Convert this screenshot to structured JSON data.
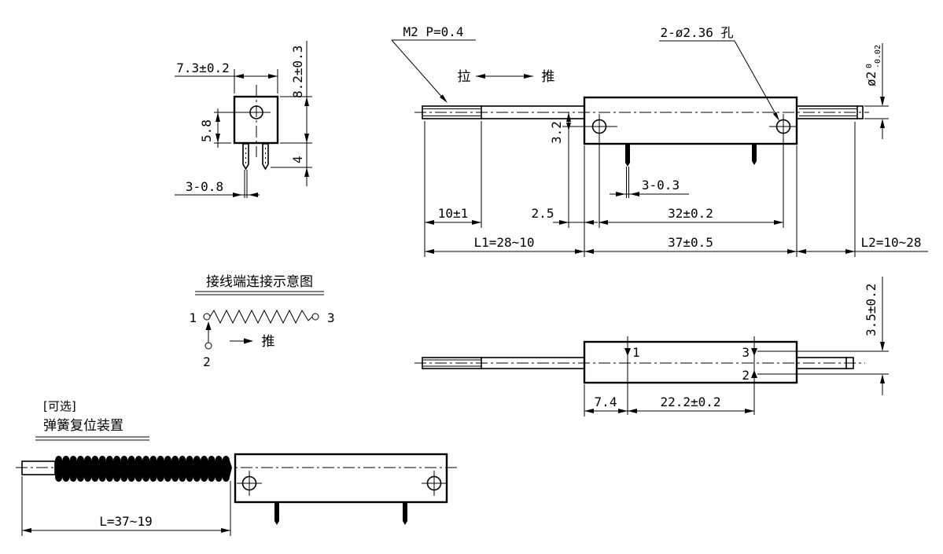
{
  "colors": {
    "background": "#ffffff",
    "line": "#000000"
  },
  "end_view": {
    "dim_width": "7.3±0.2",
    "dim_height": "8.2±0.3",
    "dim_hole_to_bottom": "5.8",
    "dim_pin_length": "4",
    "dim_pin": "3-0.8"
  },
  "main_view": {
    "thread_note": "M2 P=0.4",
    "pull": "拉",
    "push": "推",
    "holes_note": "2-ø2.36 孔",
    "shaft_dia": "ø2",
    "shaft_dia_tol_upper": "0",
    "shaft_dia_tol_lower": "-0.02",
    "dim_hole_offset": "3.2",
    "dim_pin": "3-0.3",
    "dim_thread": "10±1",
    "dim_gap": "2.5",
    "dim_hole_spacing": "32±0.2",
    "dim_l1": "L1=28~10",
    "dim_body": "37±0.5",
    "dim_l2": "L2=10~28"
  },
  "schematic": {
    "title": "接线端连接示意图",
    "terminal_1": "1",
    "terminal_2": "2",
    "terminal_3": "3",
    "push": "推"
  },
  "terminal_view": {
    "terminal_1": "1",
    "terminal_2": "2",
    "terminal_3": "3",
    "dim_t1": "7.4",
    "dim_span": "22.2±0.2",
    "dim_t32": "3.5±0.2"
  },
  "spring_view": {
    "optional_tag": "[可选]",
    "caption": "弹簧复位装置",
    "dim_length": "L=37~19"
  }
}
